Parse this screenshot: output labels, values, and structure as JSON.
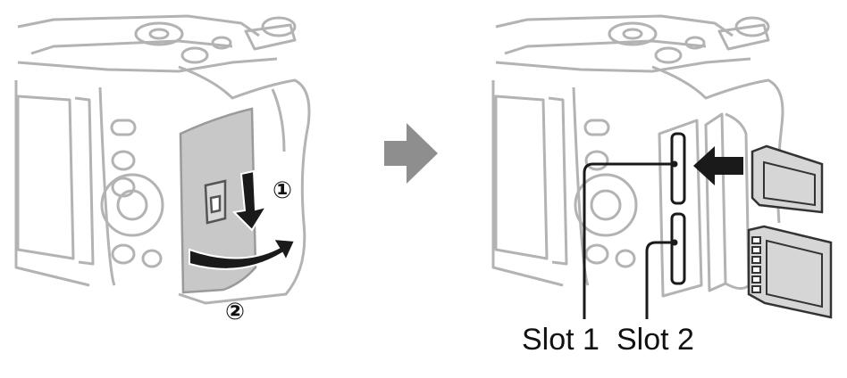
{
  "steps": {
    "step1": "①",
    "step2": "②"
  },
  "slots": {
    "slot1": "Slot 1",
    "slot2": "Slot 2"
  },
  "colors": {
    "outline": "#b3b3b3",
    "door": "#c8c8c8",
    "arrow": "#1a1a1a",
    "transition": "#8e8e8e",
    "card": "#d6d6d6"
  }
}
